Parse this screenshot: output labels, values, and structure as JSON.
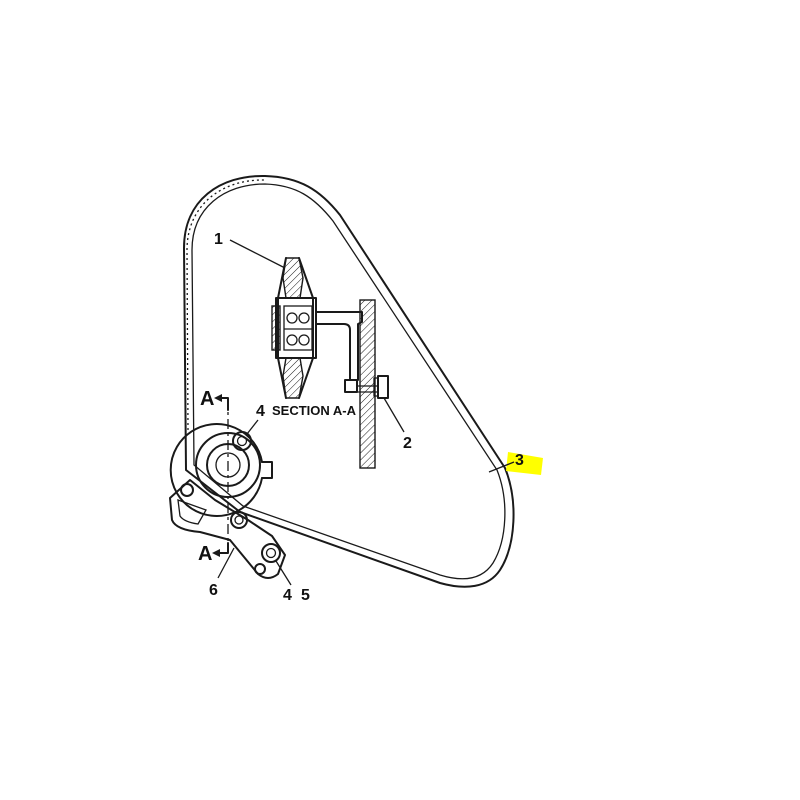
{
  "callouts": {
    "pulley": "1",
    "bolt": "2",
    "belt": "3",
    "nut_top": "4",
    "nut_bottom_a": "4",
    "nut_bottom_b": "5",
    "idler_arm": "6"
  },
  "section": {
    "label": "SECTION A-A",
    "arrow_top": "A",
    "arrow_bottom": "A"
  },
  "colors": {
    "line": "#1a1a1a",
    "highlight": "#ffff00",
    "background": "#ffffff"
  }
}
